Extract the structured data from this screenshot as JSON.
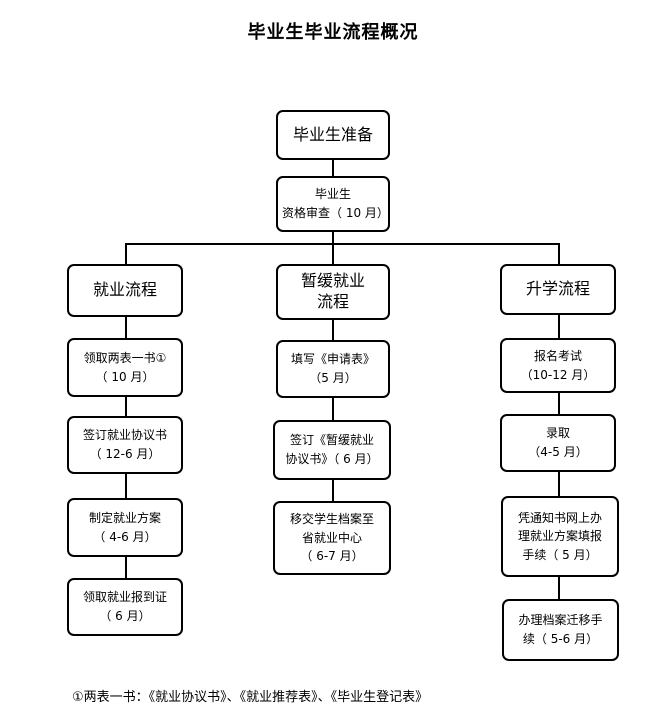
{
  "title": "毕业生毕业流程概况",
  "root": {
    "label": "毕业生准备"
  },
  "review": {
    "line1": "毕业生",
    "line2": "资格审查（ 10 月）"
  },
  "columns": [
    {
      "header": "就业流程",
      "steps": [
        {
          "line1": "领取两表一书①",
          "line2": "（ 10 月）"
        },
        {
          "line1": "签订就业协议书",
          "line2": "（ 12-6 月）"
        },
        {
          "line1": "制定就业方案",
          "line2": "（ 4-6 月）"
        },
        {
          "line1": "领取就业报到证",
          "line2": "（ 6 月）"
        }
      ]
    },
    {
      "header_line1": "暂缓就业",
      "header_line2": "流程",
      "steps": [
        {
          "line1": "填写《申请表》",
          "line2": "（5 月）"
        },
        {
          "line1": "签订《暂缓就业",
          "line2": "协议书》（ 6 月）"
        },
        {
          "line1": "移交学生档案至",
          "line2": "省就业中心",
          "line3": "（ 6-7 月）"
        }
      ]
    },
    {
      "header": "升学流程",
      "steps": [
        {
          "line1": "报名考试",
          "line2": "（10-12 月）"
        },
        {
          "line1": "录取",
          "line2": "（4-5 月）"
        },
        {
          "line1": "凭通知书网上办",
          "line2": "理就业方案填报",
          "line3": "手续（ 5 月）"
        },
        {
          "line1": "办理档案迁移手",
          "line2": "续（ 5-6 月）"
        }
      ]
    }
  ],
  "footnote": "①两表一书：《就业协议书》、《就业推荐表》、《毕业生登记表》"
}
